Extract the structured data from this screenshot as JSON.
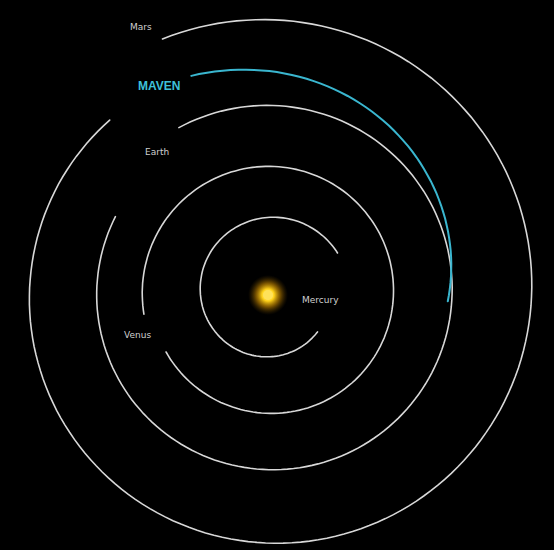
{
  "diagram": {
    "labels": [
      "Mars",
      "MAVEN",
      "Earth",
      "Venus",
      "Mercury"
    ]
  }
}
